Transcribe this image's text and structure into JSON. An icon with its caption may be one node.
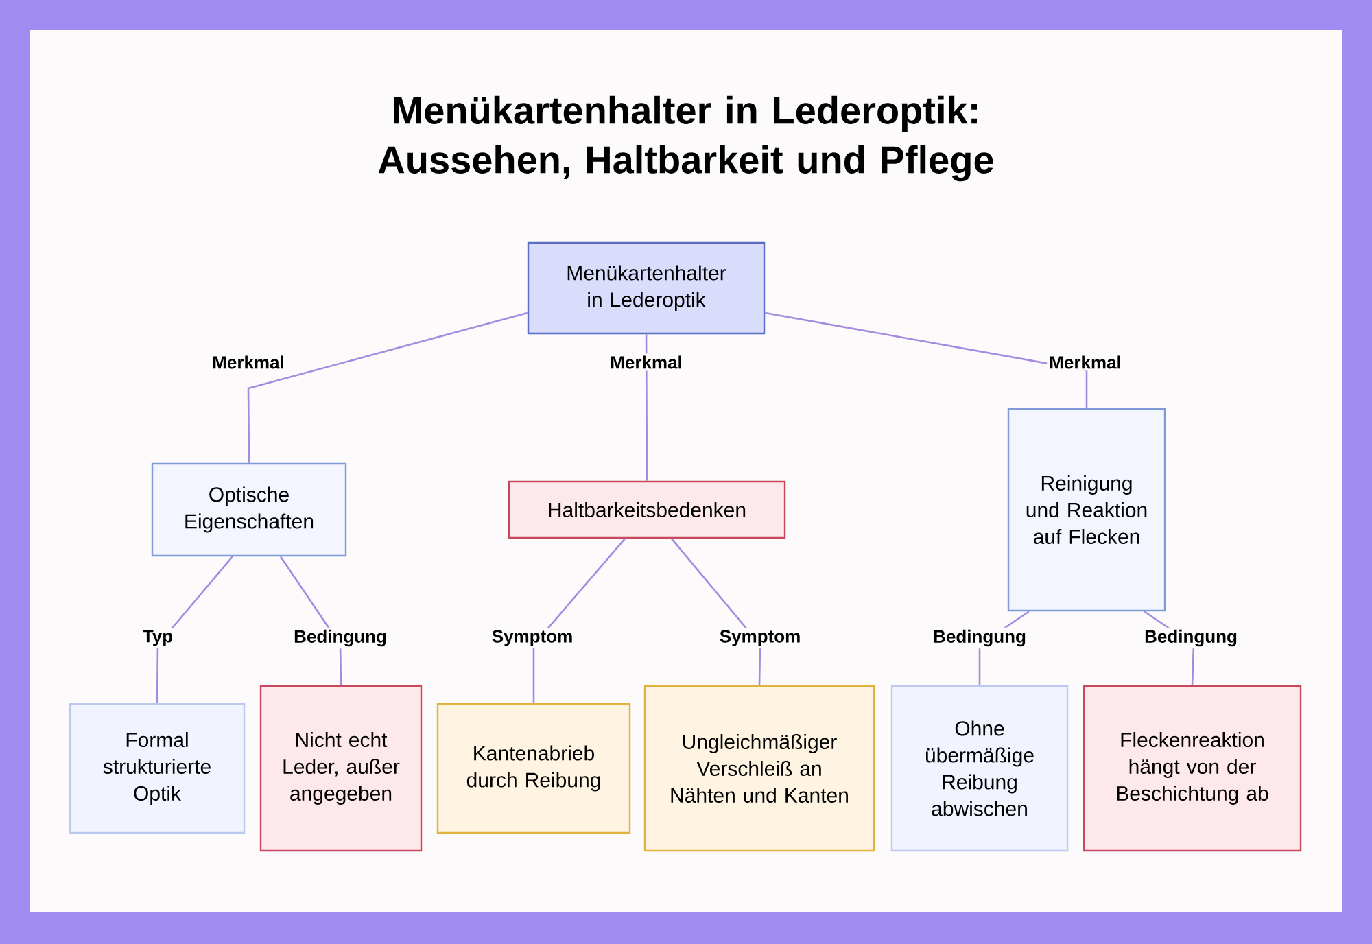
{
  "diagram": {
    "title": "Menükartenhalter in Lederoptik: Aussehen, Haltbarkeit und Pflege",
    "nodes": [
      {
        "text": [
          "Menükartenhalter in Lederoptik"
        ]
      },
      {
        "text": [
          "Optische Eigenschaften"
        ]
      },
      {
        "text": [
          "Haltbarkeitsbedenken"
        ]
      },
      {
        "text": [
          "Reinigung und Reaktion auf Flecken"
        ]
      },
      {
        "text": [
          "Formal strukturierte Optik"
        ]
      },
      {
        "text": [
          "Nicht echt Leder, außer angegeben"
        ]
      },
      {
        "text": [
          "Kantenabrieb durch Reibung"
        ]
      },
      {
        "text": [
          "Ungleichmäßiger Verschleiß an Nähten und Kanten"
        ]
      },
      {
        "text": [
          "Ohne übermäßige Reibung abwischen"
        ]
      },
      {
        "text": [
          "Fleckenreaktion hängt von der Beschichtung ab"
        ]
      }
    ],
    "edges": [
      {
        "from": 0,
        "to": 1,
        "arrow": "none",
        "label": "Merkmal"
      },
      {
        "from": 0,
        "to": 2,
        "arrow": "none",
        "label": "Merkmal"
      },
      {
        "from": 0,
        "to": 3,
        "arrow": "none",
        "label": "Merkmal"
      },
      {
        "from": 1,
        "to": 4,
        "arrow": "none",
        "label": "Typ"
      },
      {
        "from": 1,
        "to": 5,
        "arrow": "none",
        "label": "Bedingung"
      },
      {
        "from": 2,
        "to": 6,
        "arrow": "none",
        "label": "Symptom"
      },
      {
        "from": 2,
        "to": 7,
        "arrow": "none",
        "label": "Symptom"
      },
      {
        "from": 3,
        "to": 8,
        "arrow": "none",
        "label": "Bedingung"
      },
      {
        "from": 3,
        "to": 9,
        "arrow": "none",
        "label": "Bedingung"
      }
    ]
  }
}
